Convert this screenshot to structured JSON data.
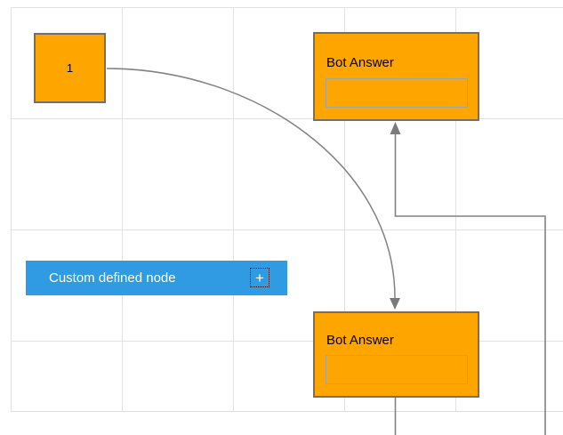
{
  "canvas": {
    "background": "#ffffff",
    "grid_line_color": "#e2e2e2",
    "grid_cell_size": 125
  },
  "nodes": {
    "start": {
      "label": "1",
      "fill": "#FFA500",
      "border": "#707070"
    },
    "bot_answer_top": {
      "title": "Bot Answer",
      "fill": "#FFA500",
      "border": "#707070",
      "input_value": "",
      "input_border": "#a3a3a3"
    },
    "bot_answer_bottom": {
      "title": "Bot Answer",
      "fill": "#FFA500",
      "border": "#707070",
      "input_value": "",
      "input_border": "#a3a3a3"
    },
    "custom": {
      "label": "Custom defined node",
      "fill": "#2E9BE2",
      "text_color": "#ffffff",
      "plus_icon": "+"
    }
  },
  "connectors": {
    "line_color": "#828282",
    "arrow_color": "#7a7a7a",
    "curve": {
      "from": "start",
      "to": "bot_answer_bottom",
      "end_arrow": "down"
    },
    "orthogonal": {
      "from": "bot_answer_bottom",
      "to": "bot_answer_top",
      "end_arrow": "up"
    }
  }
}
